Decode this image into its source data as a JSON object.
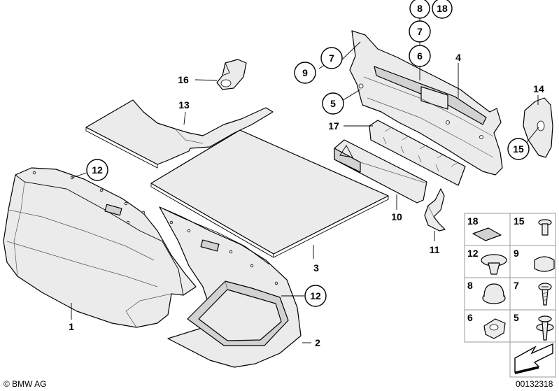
{
  "callouts": {
    "c1": "1",
    "c2": "2",
    "c3": "3",
    "c4": "4",
    "c5": "5",
    "c6": "6",
    "c7a": "7",
    "c7b": "7",
    "c8": "8",
    "c9": "9",
    "c10": "10",
    "c11": "11",
    "c12a": "12",
    "c12b": "12",
    "c13": "13",
    "c14": "14",
    "c15": "15",
    "c16": "16",
    "c17": "17",
    "c18": "18"
  },
  "parts_table": [
    {
      "left": "18",
      "right": "15"
    },
    {
      "left": "12",
      "right": "9"
    },
    {
      "left": "8",
      "right": "7"
    },
    {
      "left": "6",
      "right": "5"
    }
  ],
  "footer": {
    "copyright": "© BMW AG",
    "diagram_number": "00132318"
  }
}
